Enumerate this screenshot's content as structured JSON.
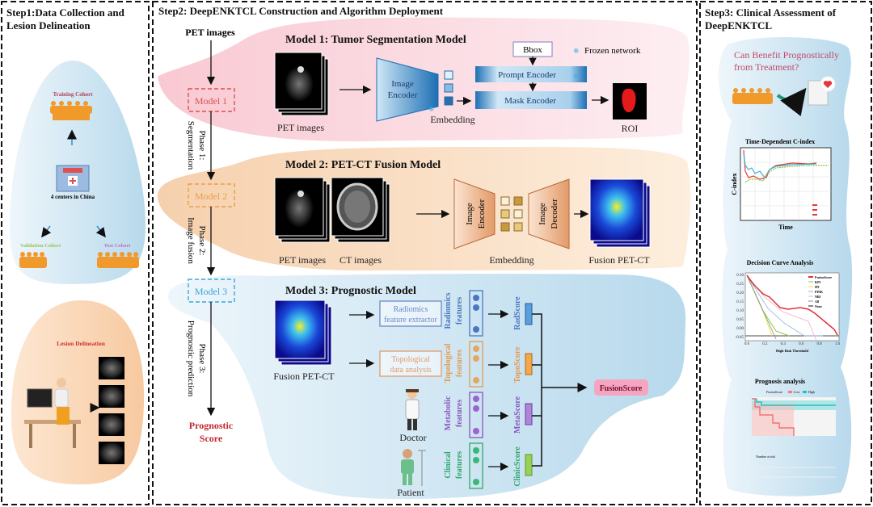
{
  "step1": {
    "title_line1": "Step1:Data Collection and",
    "title_line2": "Lesion Delineation",
    "training_cohort": "Training Cohort",
    "centers": "4 centers in China",
    "validation_cohort": "Validation Cohort",
    "test_cohort": "Test Cohort",
    "lesion_delineation": "Lesion Delineation"
  },
  "step2": {
    "title": "Step2: DeepENKTCL Construction and Algorithm Deployment",
    "input_label": "PET images",
    "model1_box": "Model 1",
    "model2_box": "Model 2",
    "model3_box": "Model 3",
    "phase1_line1": "Phase 1:",
    "phase1_line2": "Segmentation",
    "phase2_line1": "Phase 2:",
    "phase2_line2": "Image fusion",
    "phase3_line1": "Phase 3:",
    "phase3_line2": "Prognostic prediction",
    "output_line1": "Prognostic",
    "output_line2": "Score",
    "model1": {
      "title": "Model 1: Tumor Segmentation Model",
      "pet_label": "PET images",
      "encoder_line1": "Image",
      "encoder_line2": "Encoder",
      "embedding": "Embedding",
      "bbox": "Bbox",
      "frozen": "Frozen network",
      "prompt_encoder": "Prompt Encoder",
      "mask_encoder": "Mask Encoder",
      "roi": "ROI"
    },
    "model2": {
      "title": "Model 2: PET-CT Fusion Model",
      "pet_label": "PET images",
      "ct_label": "CT images",
      "encoder_line1": "Image",
      "encoder_line2": "Encoder",
      "decoder_line1": "Image",
      "decoder_line2": "Decoder",
      "embedding": "Embedding",
      "fusion_label": "Fusion PET-CT"
    },
    "model3": {
      "title": "Model 3: Prognostic Model",
      "fusion_label": "Fusion PET-CT",
      "radiomics_line1": "Radiomics",
      "radiomics_line2": "feature extractor",
      "topo_line1": "Topological",
      "topo_line2": "data analysis",
      "doctor": "Doctor",
      "patient": "Patient",
      "features": [
        {
          "line1": "Radiomics",
          "line2": "features",
          "score": "RadScore",
          "color": "#4a78c0"
        },
        {
          "line1": "Topological",
          "line2": "features",
          "score": "TopoScore",
          "color": "#e39a52"
        },
        {
          "line1": "Metabolic",
          "line2": "features",
          "score": "MetaScore",
          "color": "#8a55c0"
        },
        {
          "line1": "Clinical",
          "line2": "features",
          "score": "ClinicScore",
          "color": "#2fa86a"
        }
      ],
      "fusion_score": "FusionScore"
    }
  },
  "step3": {
    "title_line1": "Step3: Clinical Assessment of",
    "title_line2": "DeepENKTCL",
    "question_line1": "Can Benefit Prognostically",
    "question_line2": "from Treatment?",
    "cindex": {
      "title": "Time-Dependent C-index",
      "ylabel": "C-index",
      "xlabel": "Time"
    },
    "dca": {
      "title": "Decision Curve Analysis",
      "xlabel": "High Risk Threshold",
      "yticks": [
        "0.30",
        "0.25",
        "0.20",
        "0.15",
        "0.10",
        "0.05",
        "0.00",
        "-0.05"
      ],
      "xticks": [
        "0.0",
        "0.2",
        "0.4",
        "0.6",
        "0.8",
        "1.0"
      ],
      "legend": [
        "FusionScore",
        "KPI",
        "IPI",
        "PINK",
        "NRI",
        "All",
        "None"
      ]
    },
    "km": {
      "title": "Prognosis analysis",
      "legend_title": "FusionScore",
      "low": "Low",
      "high": "High",
      "risk_table": "Number at risk"
    }
  },
  "colors": {
    "model1": "#d9534f",
    "model2": "#e8a04a",
    "model3": "#3aa6d8",
    "prognostic": "#c0282d",
    "fusion_score_bg": "#f4a6c0"
  }
}
